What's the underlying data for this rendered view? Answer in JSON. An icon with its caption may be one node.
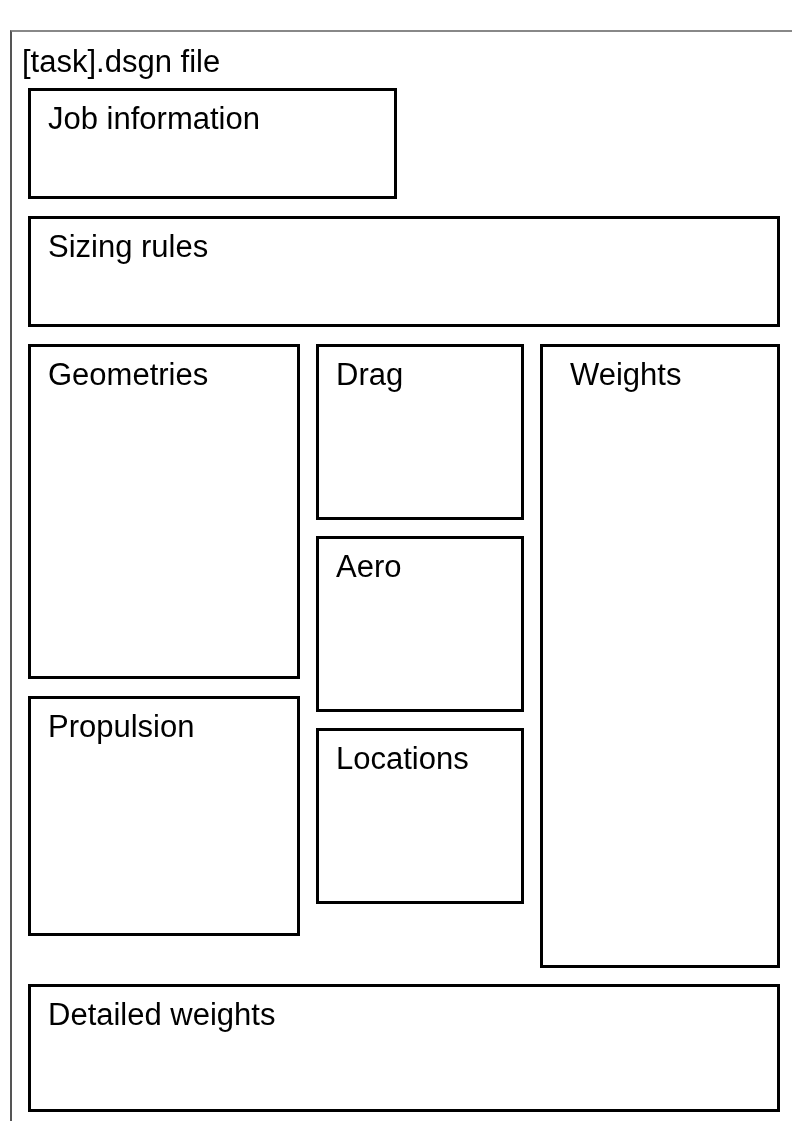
{
  "diagram": {
    "nodes": [
      {
        "text": [
          "[task].dsgn file"
        ]
      },
      {
        "text": [
          "Job information"
        ],
        "in": 0
      },
      {
        "text": [
          "Sizing rules"
        ],
        "in": 0
      },
      {
        "text": [
          "Geometries"
        ],
        "in": 0
      },
      {
        "text": [
          "Drag"
        ],
        "in": 0
      },
      {
        "text": [
          "Weights"
        ],
        "in": 0
      },
      {
        "text": [
          "Aero"
        ],
        "in": 0
      },
      {
        "text": [
          "Propulsion"
        ],
        "in": 0
      },
      {
        "text": [
          "Locations"
        ],
        "in": 0
      },
      {
        "text": [
          "Detailed weights"
        ],
        "in": 0
      }
    ]
  }
}
